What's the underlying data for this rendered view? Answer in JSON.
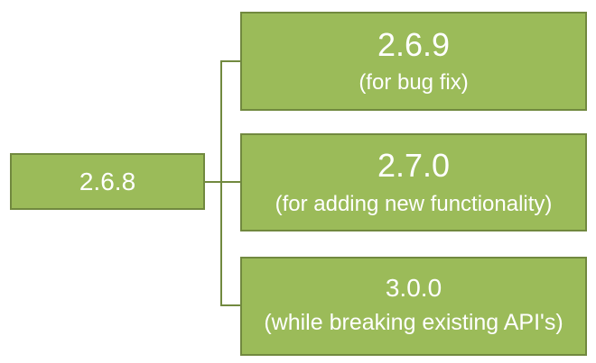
{
  "diagram": {
    "type": "version-branch-tree",
    "colors": {
      "background": "#ffffff",
      "box_fill": "#9bbb59",
      "box_border": "#71893f",
      "connector": "#71893f",
      "text": "#ffffff"
    },
    "root": {
      "label": "2.6.8"
    },
    "branches": [
      {
        "title": "2.6.9",
        "subtitle": "(for bug fix)"
      },
      {
        "title": "2.7.0",
        "subtitle": "(for adding new functionality)"
      },
      {
        "title": "3.0.0",
        "subtitle": "(while breaking existing API's)"
      }
    ]
  }
}
